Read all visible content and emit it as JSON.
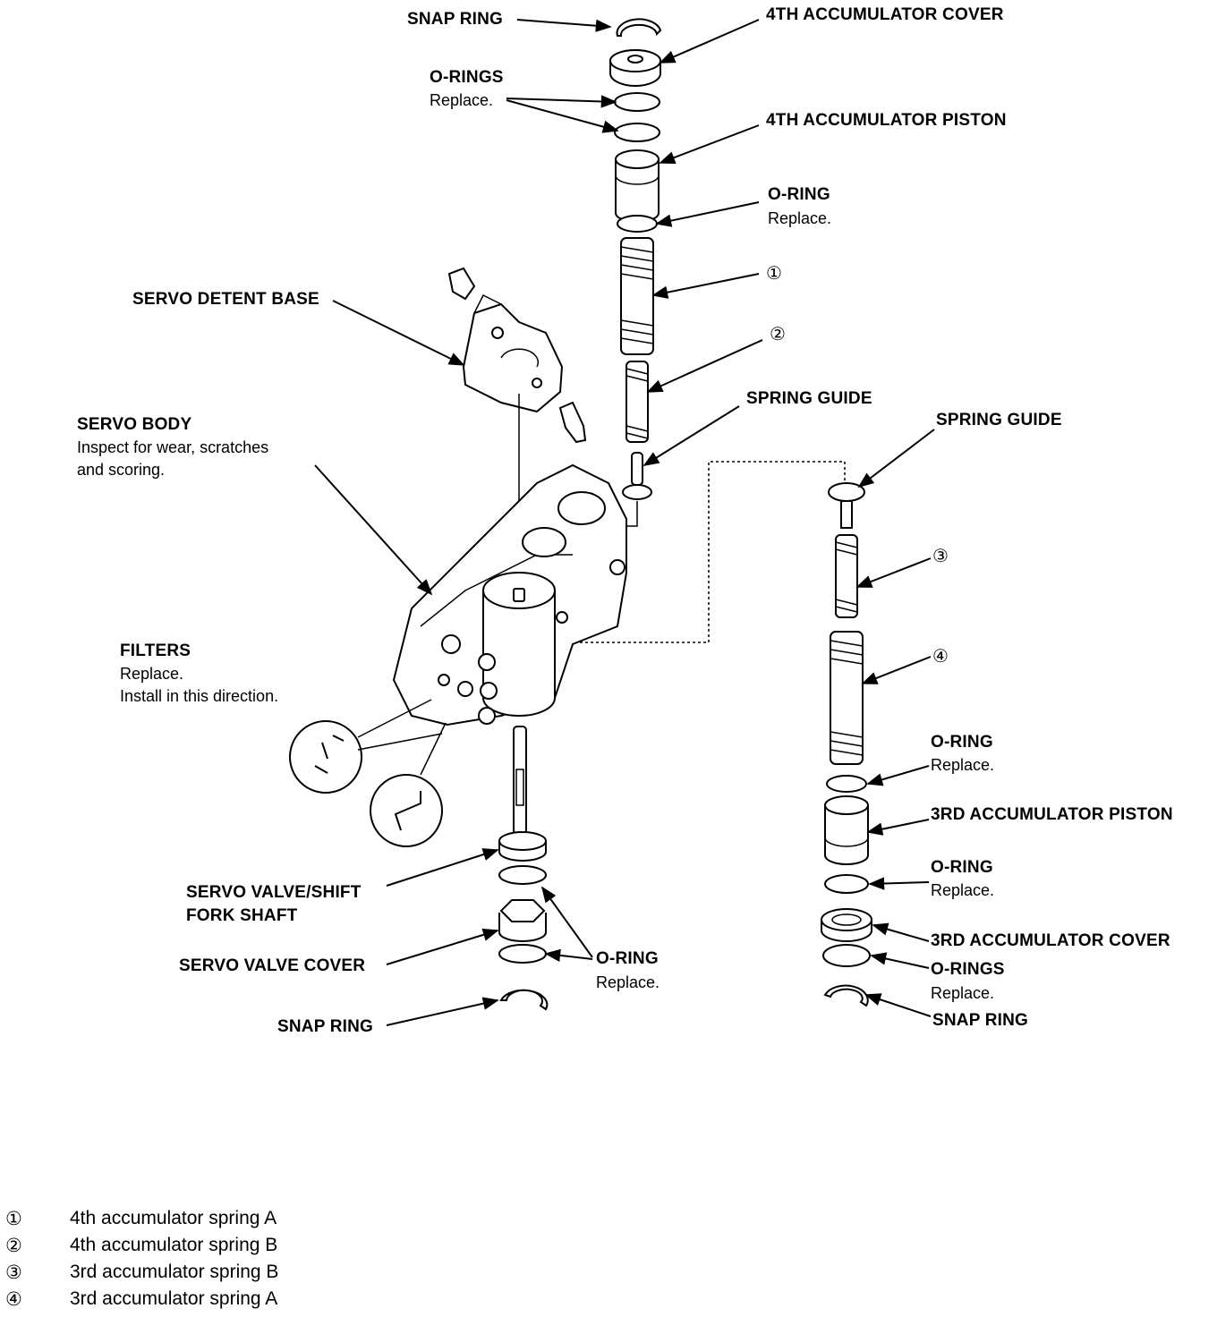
{
  "labels": {
    "snap_ring_top": "SNAP RING",
    "accumulator_4th_cover": "4TH ACCUMULATOR COVER",
    "o_rings_top": "O-RINGS",
    "o_rings_top_note": "Replace.",
    "accumulator_4th_piston": "4TH ACCUMULATOR PISTON",
    "o_ring_4th": "O-RING",
    "o_ring_4th_note": "Replace.",
    "servo_detent_base": "SERVO DETENT BASE",
    "servo_body": "SERVO BODY",
    "servo_body_note_1": "Inspect for wear, scratches",
    "servo_body_note_2": "and scoring.",
    "spring_guide_left": "SPRING GUIDE",
    "spring_guide_right": "SPRING GUIDE",
    "filters": "FILTERS",
    "filters_note_1": "Replace.",
    "filters_note_2": "Install in this direction.",
    "servo_valve_shift_1": "SERVO VALVE/SHIFT",
    "servo_valve_shift_2": "FORK SHAFT",
    "servo_valve_cover": "SERVO VALVE COVER",
    "o_ring_servo": "O-RING",
    "o_ring_servo_note": "Replace.",
    "snap_ring_bottom": "SNAP RING",
    "o_ring_3rd_upper": "O-RING",
    "o_ring_3rd_upper_note": "Replace.",
    "accumulator_3rd_piston": "3RD ACCUMULATOR PISTON",
    "o_ring_3rd_lower": "O-RING",
    "o_ring_3rd_lower_note": "Replace.",
    "accumulator_3rd_cover": "3RD ACCUMULATOR COVER",
    "o_rings_3rd": "O-RINGS",
    "o_rings_3rd_note": "Replace.",
    "snap_ring_right": "SNAP RING"
  },
  "callouts": {
    "n1": "①",
    "n2": "②",
    "n3": "③",
    "n4": "④"
  },
  "legend": [
    {
      "num": "①",
      "text": "4th accumulator spring A"
    },
    {
      "num": "②",
      "text": "4th accumulator spring B"
    },
    {
      "num": "③",
      "text": "3rd accumulator spring B"
    },
    {
      "num": "④",
      "text": "3rd accumulator spring A"
    }
  ]
}
